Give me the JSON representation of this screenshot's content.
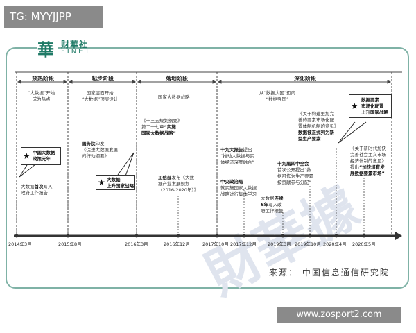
{
  "watermark_tl": "TG: MYYJJPP",
  "watermark_br": "www.zosport2.com",
  "logo": {
    "glyph": "華",
    "name": "财華社",
    "en": "FINET"
  },
  "stages": [
    "预热阶段",
    "起步阶段",
    "落地阶段",
    "深化阶段"
  ],
  "stage_notes": [
    [
      "“大数据”开始",
      "成为热点"
    ],
    [
      "国家层面开始",
      "“大数据”顶层设计"
    ],
    [
      "国家大数据战略"
    ],
    [
      "从“数据大国”迈向",
      "“数据强国”"
    ]
  ],
  "ticks": [
    "2014年3月",
    "2015年8月",
    "2016年3月",
    "2016年12月",
    "2017年10月",
    "2017年12月",
    "2019年3月",
    "2019年10月",
    "2020年4月",
    "2020年5月"
  ],
  "events": {
    "e1": [
      "大数据",
      "首次",
      "写入",
      "政府工作报告"
    ],
    "e1_box": [
      "中国大数据",
      "政策元年"
    ],
    "e2": [
      "国务院",
      "印发",
      "《促进大数据发展",
      "的行动纲要》"
    ],
    "e2_box": [
      "大数据",
      "上升国家战略"
    ],
    "e3": [
      "《十三五规划纲要》",
      "第二十七章",
      "“实施",
      "国家大数据战略”"
    ],
    "e4": [
      "工信部",
      "发布《大数",
      "据产业发展规划",
      "（2016-2020年）》"
    ],
    "e5": [
      "十九大报告",
      "提出",
      "“推动大数据与实",
      "体经济深度融合”"
    ],
    "e6": [
      "中央政治局",
      "就实施国家大数据",
      "战略进行集体学习"
    ],
    "e7": [
      "大数据",
      "连续",
      "6年",
      "写入政",
      "府工作报告"
    ],
    "e8": [
      "十九届四中全会",
      "首次公开提出",
      "“数",
      "据可作为生产要素",
      "按贡献参与分配”"
    ],
    "e9": [
      "《关于构建更加完",
      "善的要素市场化配",
      "置体制机制的意见》",
      "数据被正式列为新",
      "型生产要素"
    ],
    "e9_box": [
      "数据要素",
      "市场化配置",
      "上升国家战略"
    ],
    "e10": [
      "《关于新时代加快",
      "完善社会主义市场",
      "经济体制的意见》",
      "提出",
      "“加快培育发",
      "展数据要素市场”"
    ]
  },
  "source": "来源：  中国信息通信研究院"
}
